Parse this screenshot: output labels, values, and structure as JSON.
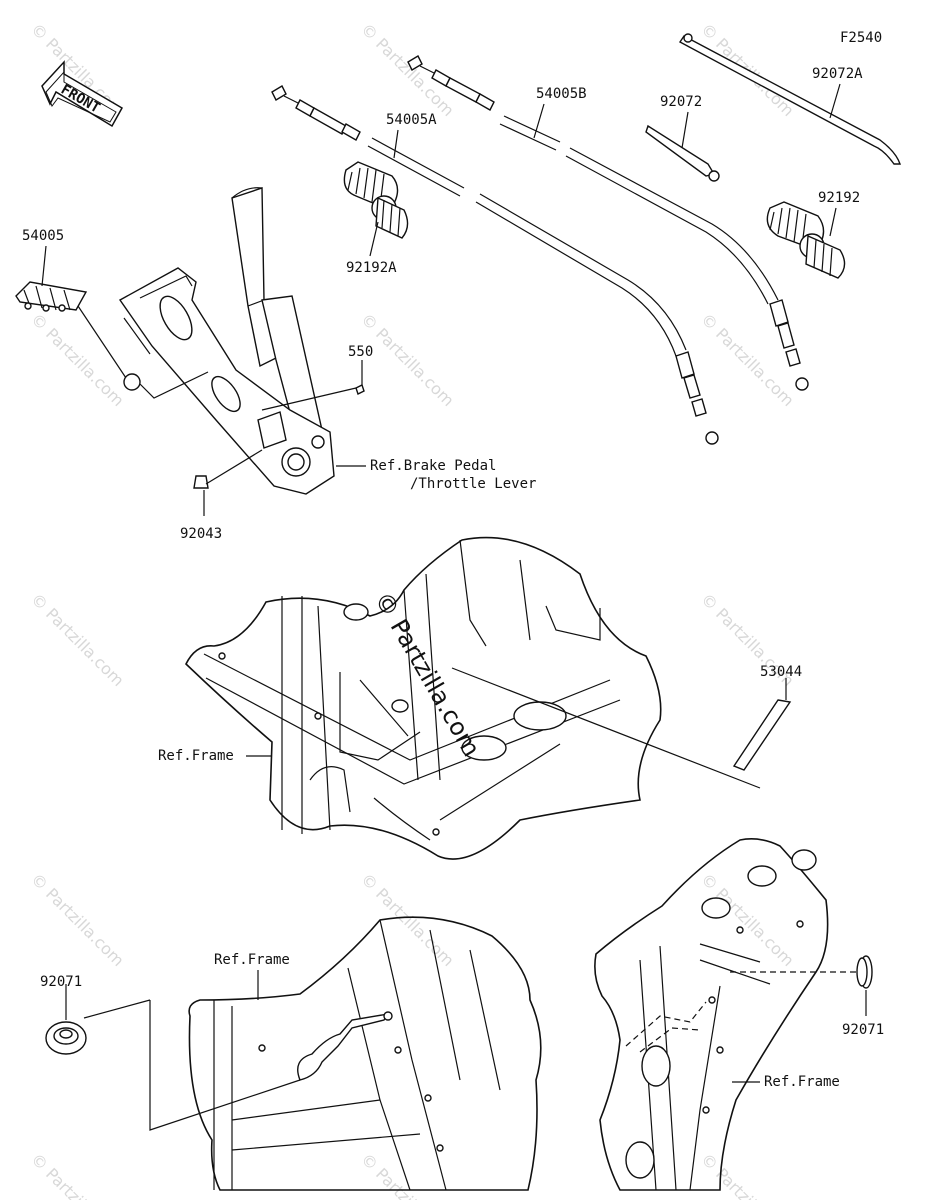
{
  "figure_code": "F2540",
  "front_arrow_label": "FRONT",
  "watermark_text": "© Partzilla.com",
  "parts": {
    "p54005": "54005",
    "p54005a": "54005A",
    "p54005b": "54005B",
    "p92072": "92072",
    "p92072a": "92072A",
    "p92192": "92192",
    "p92192a": "92192A",
    "p550": "550",
    "p92043": "92043",
    "p53044": "53044",
    "p92071_left": "92071",
    "p92071_right": "92071"
  },
  "refs": {
    "brake_line1": "Ref.Brake Pedal",
    "brake_line2": "/Throttle Lever",
    "frame_mid": "Ref.Frame",
    "frame_bottom_left": "Ref.Frame",
    "frame_bottom_right": "Ref.Frame"
  }
}
